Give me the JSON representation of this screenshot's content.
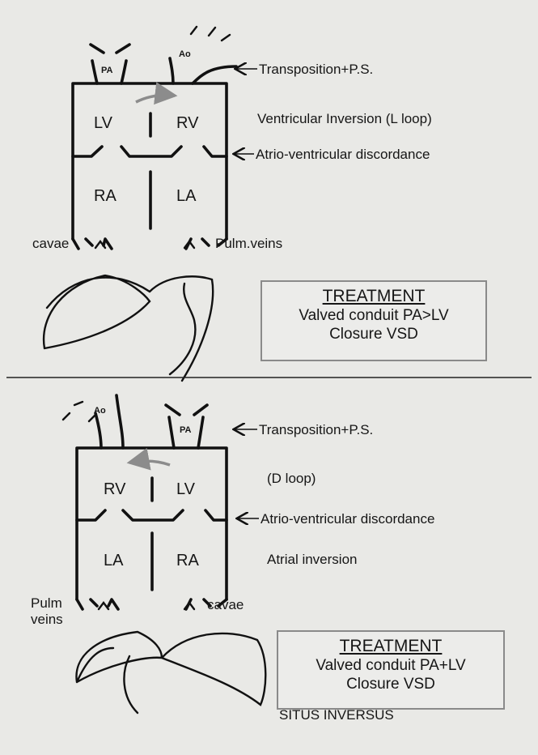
{
  "top": {
    "vessels": {
      "left": "PA",
      "right": "Ao"
    },
    "chambers": {
      "upper_left": "LV",
      "upper_right": "RV",
      "lower_left": "RA",
      "lower_right": "LA"
    },
    "annotations": {
      "transposition": "Transposition+P.S.",
      "loop": "Ventricular Inversion (L loop)",
      "av": "Atrio-ventricular discordance"
    },
    "bottom_labels": {
      "left": "cavae",
      "right": "Pulm.veins"
    },
    "treatment": {
      "title": "TREATMENT",
      "line1": "Valved conduit PA>LV",
      "line2": "Closure VSD"
    }
  },
  "bottom": {
    "vessels": {
      "left": "Ao",
      "right": "PA"
    },
    "chambers": {
      "upper_left": "RV",
      "upper_right": "LV",
      "lower_left": "LA",
      "lower_right": "RA"
    },
    "annotations": {
      "transposition": "Transposition+P.S.",
      "loop": "(D loop)",
      "av": "Atrio-ventricular discordance",
      "atrial": "Atrial inversion"
    },
    "bottom_labels": {
      "left_1": "Pulm",
      "left_2": "veins",
      "right": "cavae"
    },
    "treatment": {
      "title": "TREATMENT",
      "line1": "Valved conduit PA+LV",
      "line2": "Closure VSD"
    },
    "situs": "SITUS INVERSUS"
  }
}
